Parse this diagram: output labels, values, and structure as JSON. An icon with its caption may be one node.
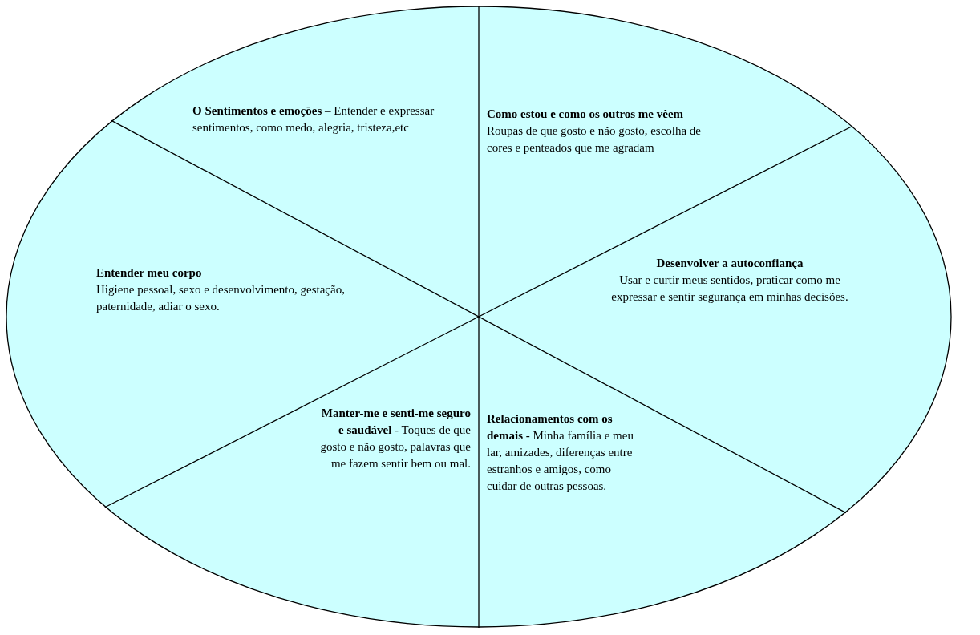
{
  "diagram": {
    "nodes": [
      {
        "text": [],
        "shape": "ellipse"
      },
      {
        "text": [
          "**O Sentimentos e emoções** – Entender e expressar sentimentos, como medo, alegria, tristeza,etc"
        ],
        "in": 0
      },
      {
        "text": [
          "Como estou e como os outros me vêem",
          "Roupas de que gosto e não gosto, escolha de cores e penteados que me agradam"
        ],
        "in": 0
      },
      {
        "text": [
          "Entender meu corpo",
          "Higiene pessoal, sexo e desenvolvimento, gestação, paternidade, adiar o sexo."
        ],
        "in": 0
      },
      {
        "text": [
          "Desenvolver a autoconfiança",
          "Usar e curtir meus sentidos, praticar como me expressar e sentir segurança em minhas decisões."
        ],
        "in": 0
      },
      {
        "text": [
          "**Manter-me e senti-me seguro e saudável -** Toques de que gosto e não gosto, palavras que me fazem sentir bem ou mal."
        ],
        "in": 0
      },
      {
        "text": [
          "**Relacionamentos com os demais -** Minha família e meu lar, amizades, diferenças entre estranhos e amigos, como cuidar de outras pessoas."
        ],
        "in": 0
      }
    ]
  }
}
